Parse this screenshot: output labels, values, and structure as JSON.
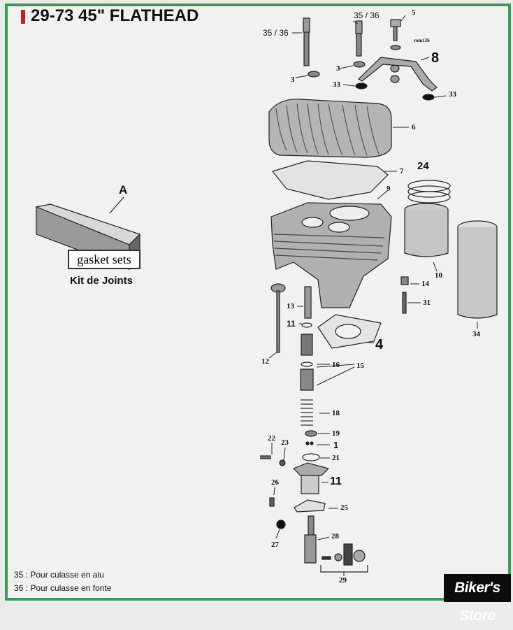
{
  "title": "29-73 45\" FLATHEAD",
  "kit": {
    "letter": "A",
    "box_label": "gasket sets",
    "caption": "Kit de Joints"
  },
  "callouts": [
    "35 / 36",
    "35 / 36",
    "5",
    "rom126",
    "8",
    "3",
    "3",
    "33",
    "33",
    "6",
    "7",
    "24",
    "9",
    "10",
    "14",
    "13",
    "31",
    "11",
    "4",
    "34",
    "12",
    "16",
    "15",
    "18",
    "19",
    "1",
    "22",
    "23",
    "21",
    "11",
    "26",
    "25",
    "28",
    "27",
    "29"
  ],
  "notes": [
    "35 : Pour culasse en alu",
    "36 : Pour culasse en fonte"
  ],
  "logo": "Biker's Store",
  "colors": {
    "border": "#3f9a5c",
    "title_bar": "#c0201e"
  }
}
